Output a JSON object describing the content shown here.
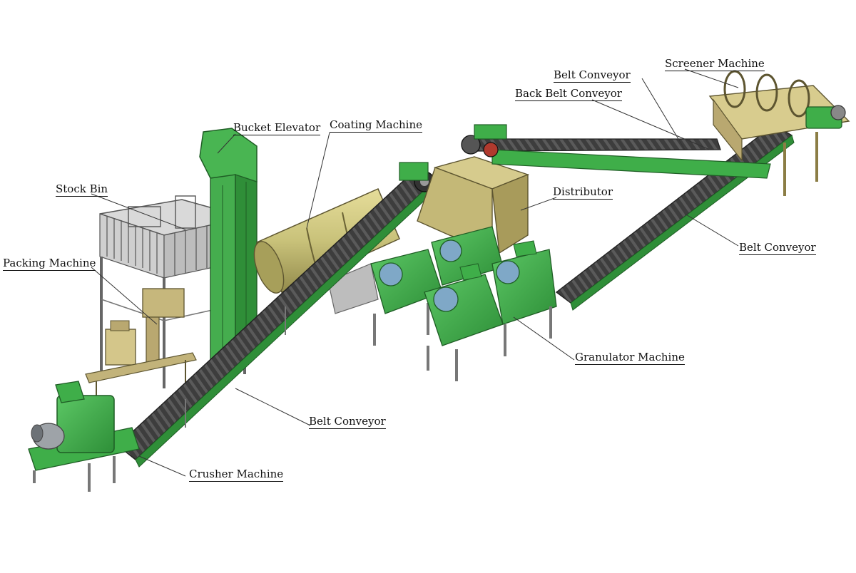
{
  "labels": {
    "stock_bin": "Stock Bin",
    "packing_machine": "Packing Machine",
    "bucket_elevator": "Bucket Elevator",
    "coating_machine": "Coating Machine",
    "belt_conveyor_top": "Belt Conveyor",
    "back_belt_conveyor": "Back Belt Conveyor",
    "screener_machine": "Screener Machine",
    "distributor": "Distributor",
    "belt_conveyor_right": "Belt Conveyor",
    "granulator_machine": "Granulator Machine",
    "belt_conveyor_bottom": "Belt Conveyor",
    "crusher_machine": "Crusher Machine"
  },
  "colors": {
    "machine_green": "#3fae49",
    "machine_green_dark": "#237a2c",
    "frame_khaki": "#b9a870",
    "drum_khaki": "#c9c27a",
    "belt_dark": "#3a3a3a",
    "steel_gray": "#8a8a8a",
    "leader_line": "#333333"
  }
}
